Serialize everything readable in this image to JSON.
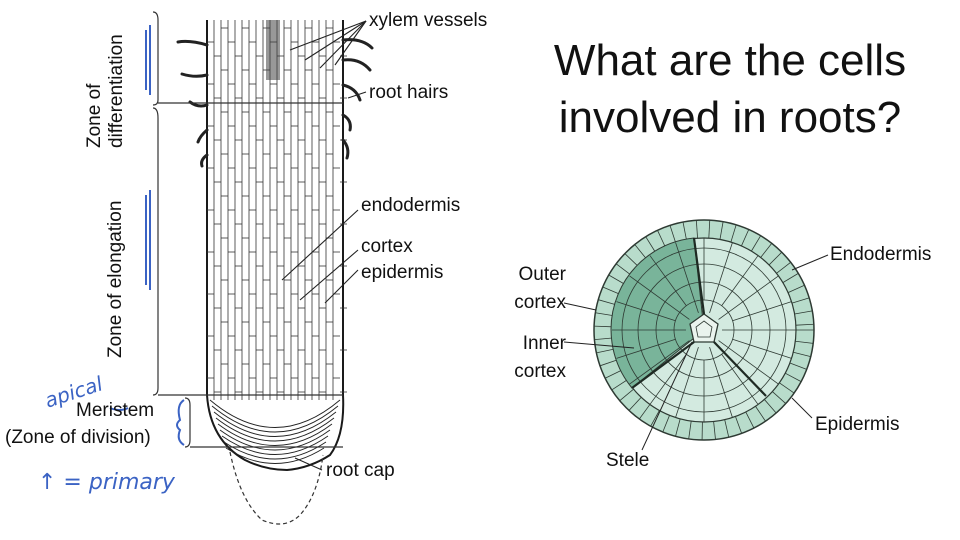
{
  "title": "What are the cells\ninvolved in roots?",
  "root_diagram": {
    "zones": {
      "differentiation": [
        "Zone of",
        "differentiation"
      ],
      "elongation": "Zone of elongation",
      "meristem": "Meristem",
      "division": "(Zone of division)"
    },
    "labels": {
      "xylem": "xylem vessels",
      "root_hairs": "root hairs",
      "endodermis": "endodermis",
      "cortex": "cortex",
      "epidermis": "epidermis",
      "root_cap": "root cap"
    },
    "handwritten": {
      "apical": "apical",
      "primary": "↑ = primary"
    }
  },
  "cross_section": {
    "labels": {
      "endodermis": "Endodermis",
      "outer_cortex": [
        "Outer",
        "cortex"
      ],
      "inner_cortex": [
        "Inner",
        "cortex"
      ],
      "epidermis": "Epidermis",
      "stele": "Stele"
    },
    "colors": {
      "dark_cortex": "#79b49a",
      "light_cortex": "#d3eae0",
      "epidermis": "#b8dccb",
      "outline": "#2e3a33"
    }
  }
}
